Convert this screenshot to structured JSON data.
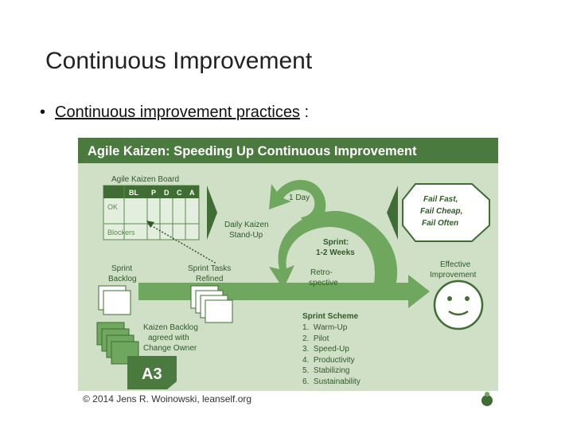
{
  "slide": {
    "title": "Continuous Improvement",
    "bullet_text": "Continuous improvement practices",
    "bullet_suffix": " :"
  },
  "diagram": {
    "header": "Agile Kaizen: Speeding Up Continuous Improvement",
    "board": {
      "label": "Agile Kaizen Board",
      "columns": [
        "BL",
        "P",
        "D",
        "C",
        "A"
      ],
      "rows": [
        "OK",
        "Blockers"
      ]
    },
    "labels": {
      "daily_kaizen": [
        "Daily Kaizen",
        "Stand-Up"
      ],
      "one_day": "1 Day",
      "sprint": [
        "Sprint:",
        "1-2 Weeks"
      ],
      "retro": [
        "Retro-",
        "spective"
      ],
      "sprint_backlog": [
        "Sprint",
        "Backlog"
      ],
      "sprint_tasks": [
        "Sprint Tasks",
        "Refined"
      ],
      "kaizen_backlog": [
        "Kaizen Backlog",
        "agreed with",
        "Change Owner"
      ],
      "a3": "A3",
      "fail": [
        "Fail Fast,",
        "Fail Cheap,",
        "Fail Often"
      ],
      "effective": [
        "Effective",
        "Improvement"
      ]
    },
    "sprint_scheme": {
      "title": "Sprint Scheme",
      "items": [
        "1.  Warm-Up",
        "2.  Pilot",
        "3.  Speed-Up",
        "4.  Productivity",
        "5.  Stabilizing",
        "6.  Sustainability"
      ]
    },
    "footer": "© 2014 Jens R. Woinowski, leanself.org",
    "colors": {
      "header_bg": "#4a7a3d",
      "panel_bg": "#cfe0c7",
      "arrow_green": "#6fa75e",
      "dark_green": "#3f6d33",
      "text_green": "#2f5a26",
      "footer_bg": "#ffffff"
    }
  }
}
